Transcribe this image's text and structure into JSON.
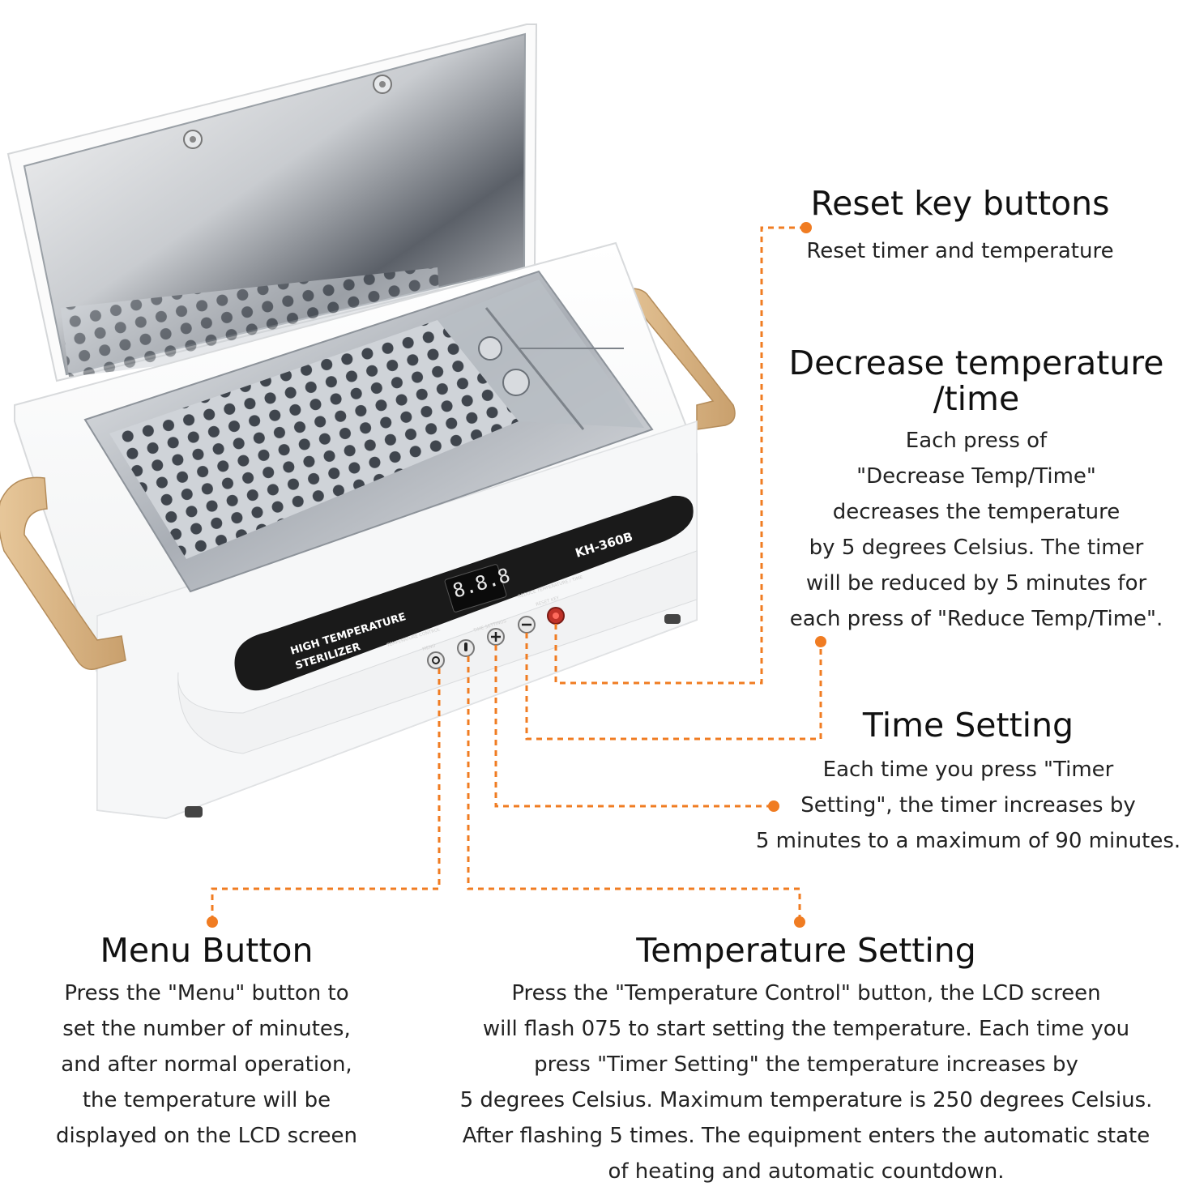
{
  "product": {
    "brand_label_line1": "HIGH TEMPERATURE",
    "brand_label_line2": "STERILIZER",
    "model": "KH-360B",
    "display_value": "8.8.8",
    "panel_labels": {
      "temperature_control": "TEMPERATURE CONTROL",
      "menu": "MENU",
      "time_settings": "TIME SETTINGS",
      "reduce": "REDUCE TEMPERATURE / TIME",
      "reset": "RESET KEY"
    }
  },
  "accent_color": "#f07c22",
  "annotations": {
    "reset": {
      "title": "Reset key buttons",
      "lines": [
        "Reset timer and temperature"
      ]
    },
    "decrease": {
      "title_lines": [
        "Decrease temperature",
        "/time"
      ],
      "lines": [
        "Each press of",
        "\"Decrease Temp/Time\"",
        "decreases the temperature",
        "by 5 degrees Celsius. The timer",
        "will be reduced by 5 minutes for",
        "each press of \"Reduce Temp/Time\"."
      ]
    },
    "time": {
      "title": "Time Setting",
      "lines": [
        "Each time you press \"Timer",
        "Setting\", the timer increases by",
        "5 minutes to a maximum of 90 minutes."
      ]
    },
    "menu": {
      "title": "Menu Button",
      "lines": [
        "Press the \"Menu\" button to",
        "set the number of minutes,",
        "and after normal operation,",
        "the temperature will be",
        "displayed on the LCD screen"
      ]
    },
    "temperature": {
      "title": "Temperature Setting",
      "lines": [
        "Press the \"Temperature Control\" button, the LCD screen",
        "will flash 075 to start setting the temperature. Each time you",
        "press \"Timer Setting\" the temperature increases by",
        "5 degrees Celsius. Maximum temperature is 250 degrees Celsius.",
        "After flashing 5 times. The equipment enters the automatic state",
        "of heating and automatic countdown."
      ]
    }
  }
}
